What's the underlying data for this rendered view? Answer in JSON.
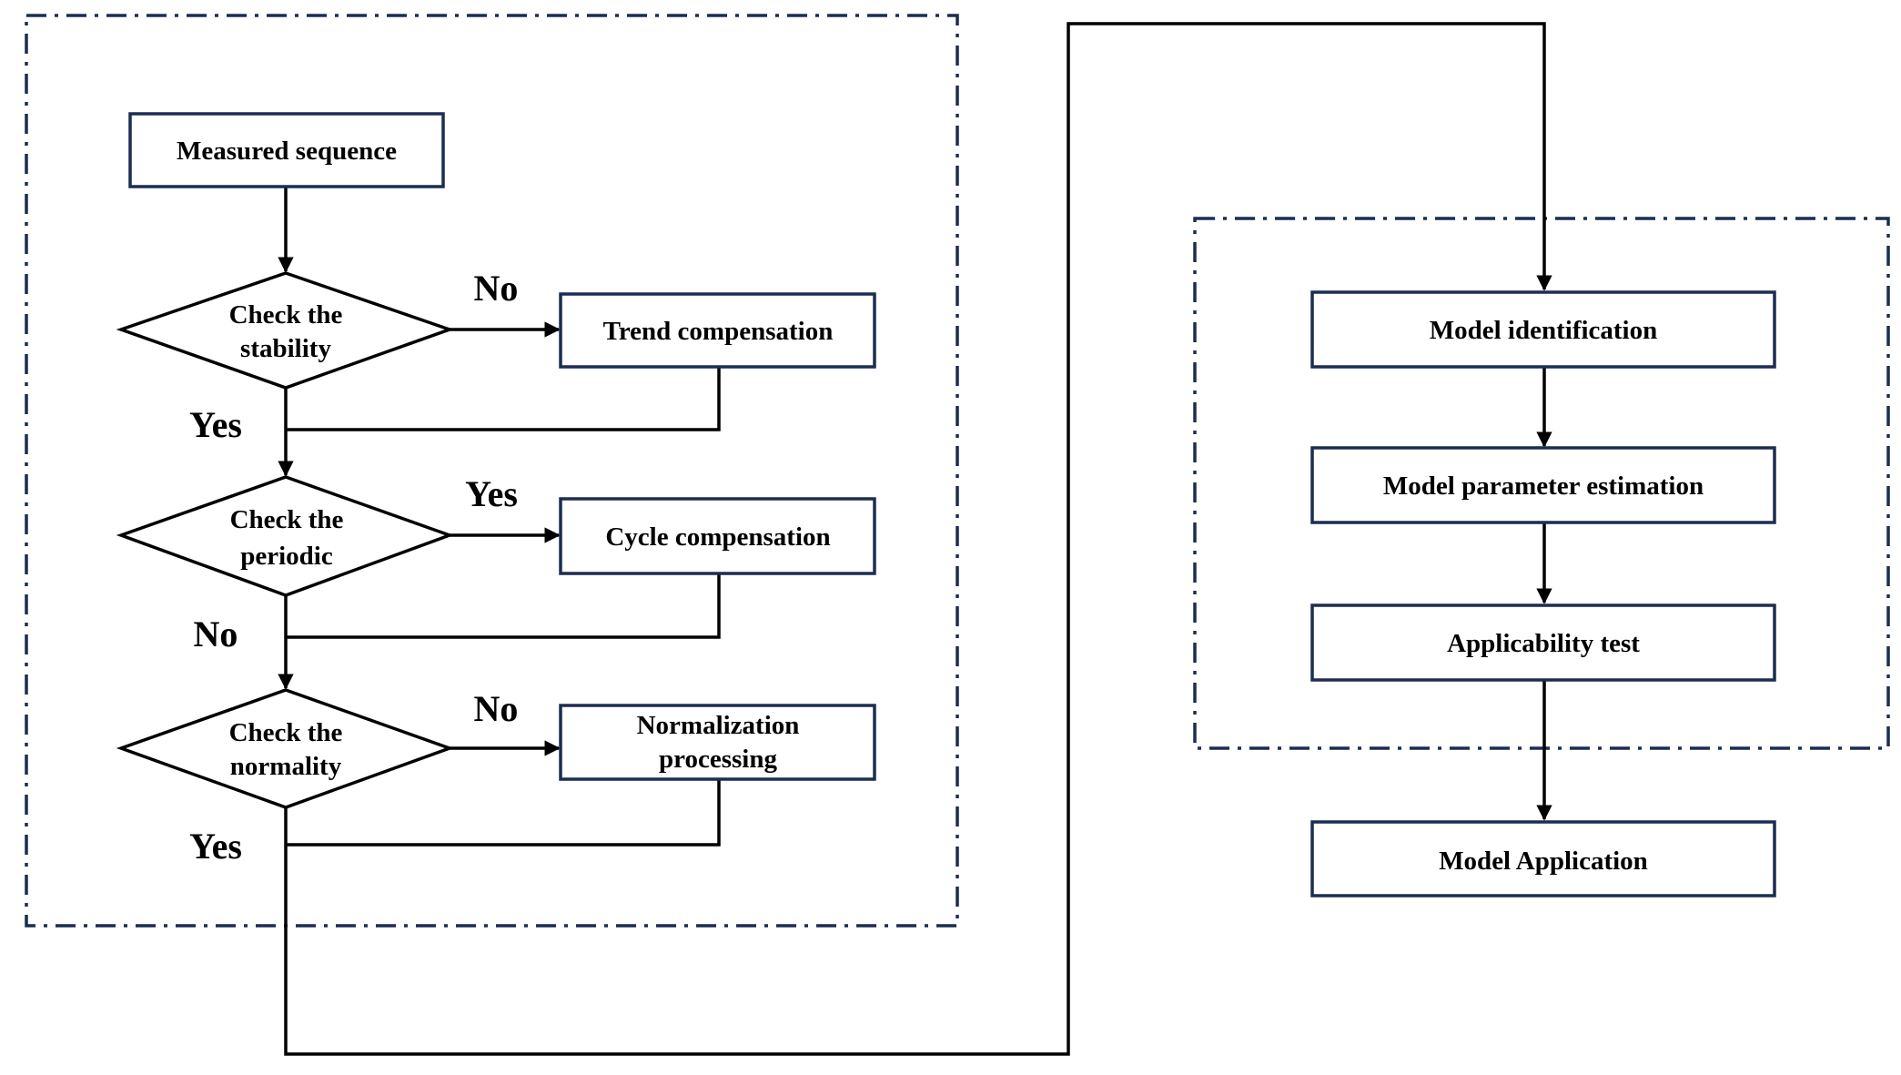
{
  "colors": {
    "box_border": "#1c2d52",
    "frame_border": "#1c2d52",
    "connector": "#000000",
    "background": "#ffffff"
  },
  "nodes": {
    "measured_sequence": "Measured sequence",
    "check_stability": [
      "Check the",
      "stability"
    ],
    "trend_compensation": "Trend compensation",
    "check_periodic": [
      "Check the",
      "periodic"
    ],
    "cycle_compensation": "Cycle compensation",
    "check_normality": [
      "Check the",
      "normality"
    ],
    "normalization_processing": [
      "Normalization",
      "processing"
    ],
    "model_identification": "Model identification",
    "model_parameter_estimation": "Model parameter estimation",
    "applicability_test": "Applicability test",
    "model_application": "Model Application"
  },
  "edges": {
    "stability_no": "No",
    "stability_yes": "Yes",
    "periodic_yes": "Yes",
    "periodic_no": "No",
    "normality_no": "No",
    "normality_yes": "Yes"
  }
}
